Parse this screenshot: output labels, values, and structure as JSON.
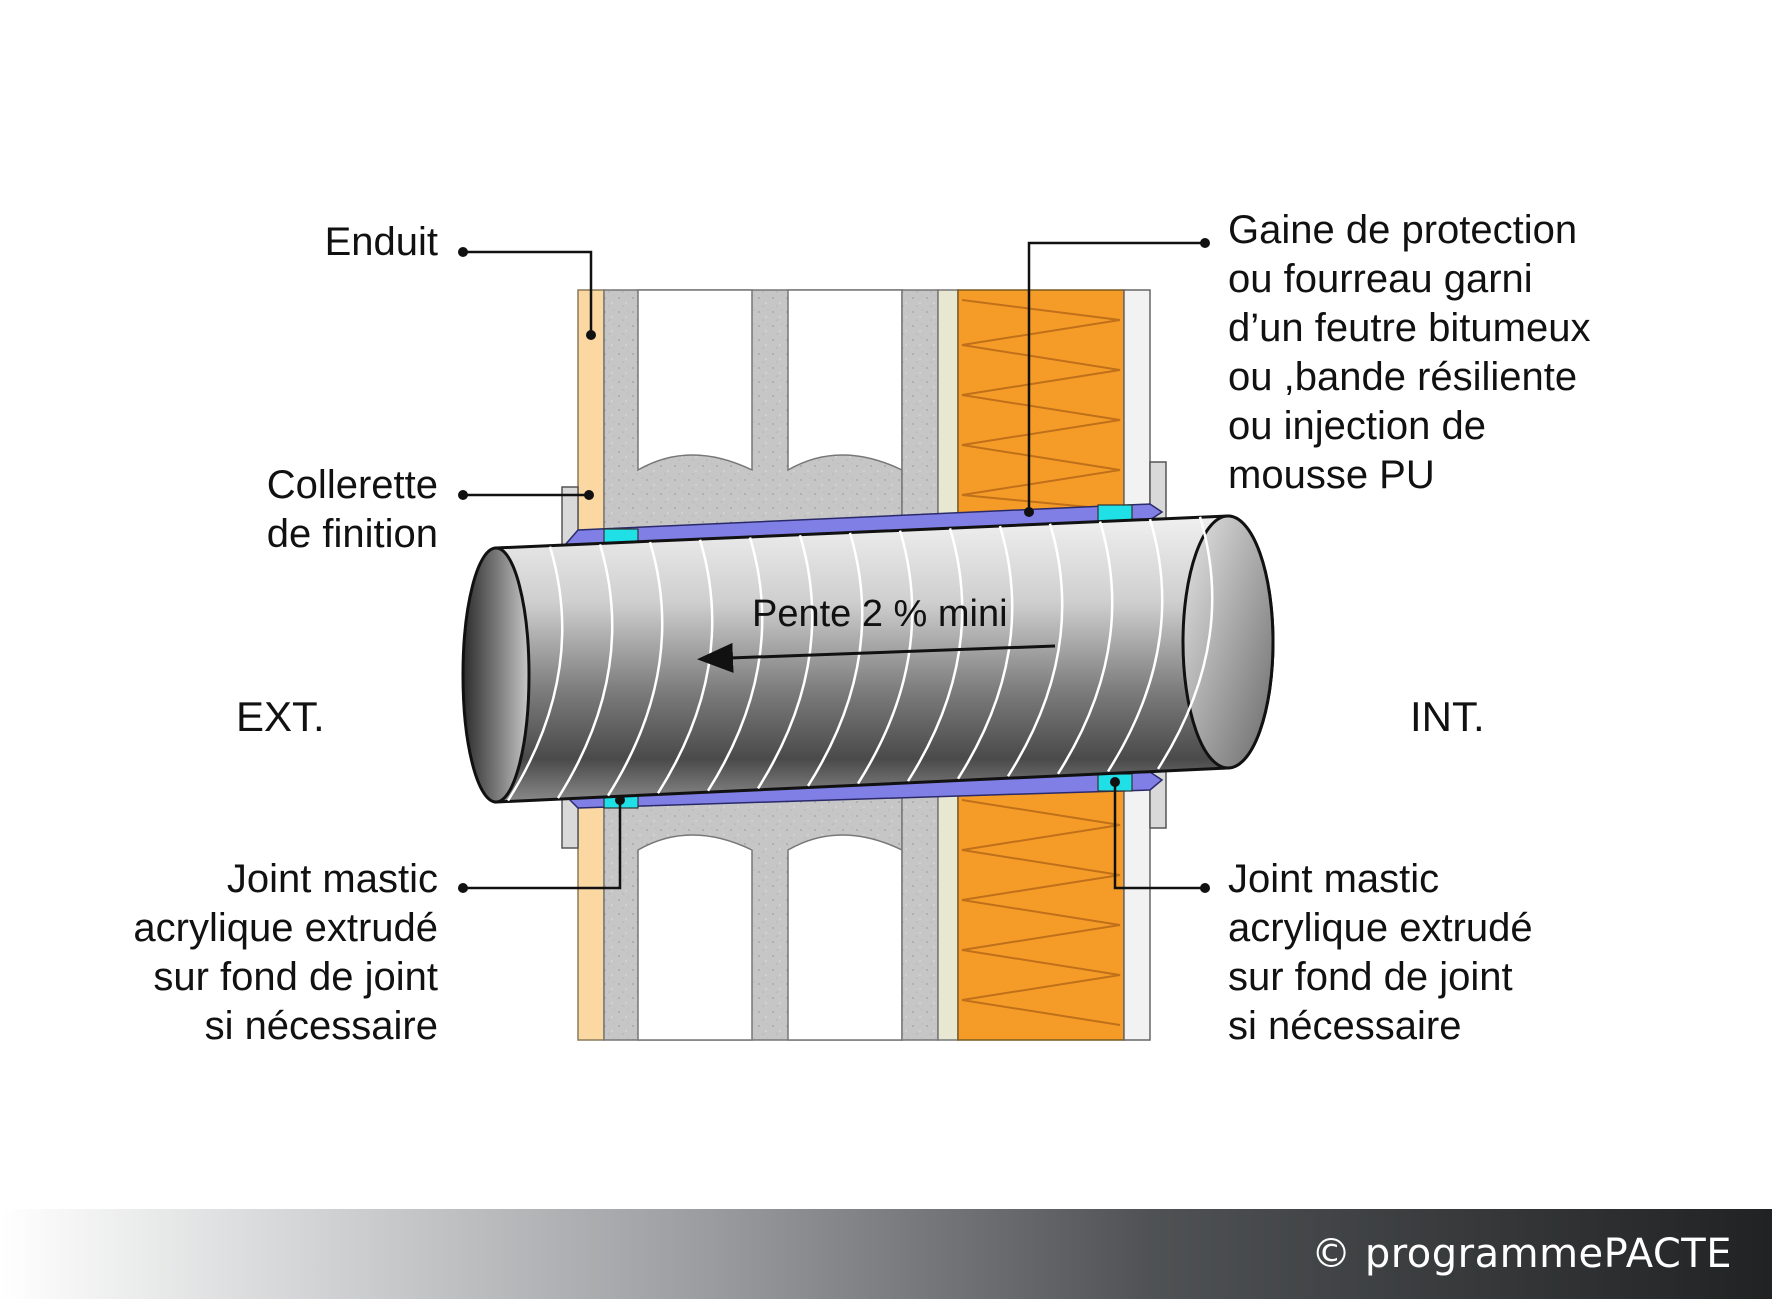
{
  "labels": {
    "enduit": "Enduit",
    "collerette_1": "Collerette",
    "collerette_2": "de finition",
    "gaine": [
      "Gaine de protection",
      "ou fourreau garni",
      "d’un feutre bitumeux",
      "ou ,bande résiliente",
      "ou injection de",
      "mousse PU"
    ],
    "joint_left": [
      "Joint mastic",
      "acrylique extrudé",
      "sur fond de joint",
      "si nécessaire"
    ],
    "joint_right": [
      "Joint mastic",
      "acrylique extrudé",
      "sur fond de joint",
      "si nécessaire"
    ],
    "ext": "EXT.",
    "int": "INT.",
    "pente": "Pente 2 % mini"
  },
  "footer": {
    "copyright": "© programmePACTE"
  },
  "colors": {
    "render": "#fbd7a2",
    "block": "#c8c8c8",
    "plaster": "#e8e8d2",
    "insulation": "#f59c28",
    "sleeve": "#7f7fe6",
    "mastic": "#1ee0e6",
    "collar": "#d9d9d9",
    "pipe_light": "#f4f4f4",
    "pipe_dark": "#3a3a3a"
  }
}
